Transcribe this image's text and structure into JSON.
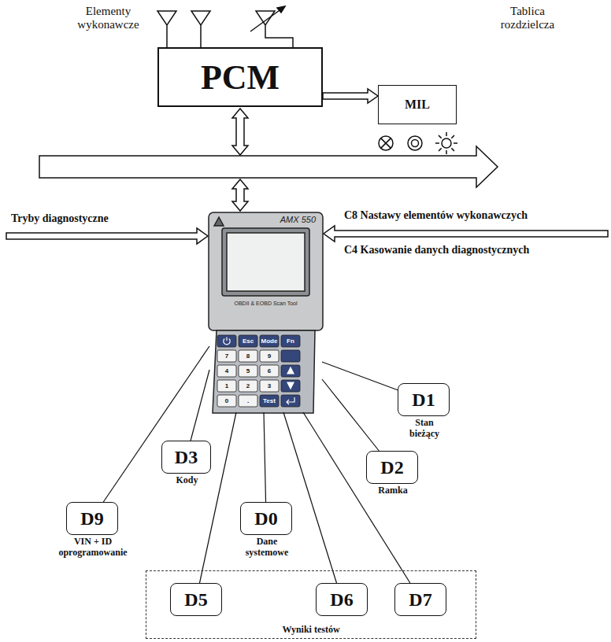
{
  "diagram": {
    "nodes": [
      {
        "text": [
          "PCM"
        ]
      },
      {
        "text": [
          "MIL"
        ]
      },
      {
        "text": [
          "AMX 550",
          "OBDII & EOBD Scan Tool"
        ]
      },
      {
        "text": [
          "D1",
          "Stan bieżący"
        ]
      },
      {
        "text": [
          "D2",
          "Ramka"
        ]
      },
      {
        "text": [
          "D3",
          "Kody"
        ]
      },
      {
        "text": [
          "D9",
          "VIN + ID oprogramowanie"
        ]
      },
      {
        "text": [
          "D0",
          "Dane systemowe"
        ]
      },
      {
        "text": [
          "Wyniki testów"
        ]
      },
      {
        "text": [
          "D5"
        ],
        "in": 8
      },
      {
        "text": [
          "D6"
        ],
        "in": 8
      },
      {
        "text": [
          "D7"
        ],
        "in": 8
      }
    ],
    "edges": [
      {
        "from": 0,
        "to": 1,
        "arrow": "to"
      },
      {
        "from": 2,
        "to": 3,
        "arrow": "none"
      },
      {
        "from": 2,
        "to": 4,
        "arrow": "none"
      },
      {
        "from": 2,
        "to": 5,
        "arrow": "none"
      },
      {
        "from": 2,
        "to": 6,
        "arrow": "none"
      },
      {
        "from": 2,
        "to": 7,
        "arrow": "none"
      },
      {
        "from": 2,
        "to": 9,
        "arrow": "none"
      },
      {
        "from": 2,
        "to": 10,
        "arrow": "none"
      },
      {
        "from": 2,
        "to": 11,
        "arrow": "none"
      }
    ],
    "labels": [
      "Elementy wykonawcze",
      "Tablica rozdzielcza",
      "Tryby diagnostyczne",
      "C8 Nastawy elementów wykonawczych",
      "C4 Kasowanie danych diagnostycznych",
      "Esc",
      "Mode",
      "Fn",
      "7",
      "8",
      "9",
      "4",
      "5",
      "6",
      "1",
      "2",
      "3",
      "0",
      ".",
      "Test"
    ]
  }
}
